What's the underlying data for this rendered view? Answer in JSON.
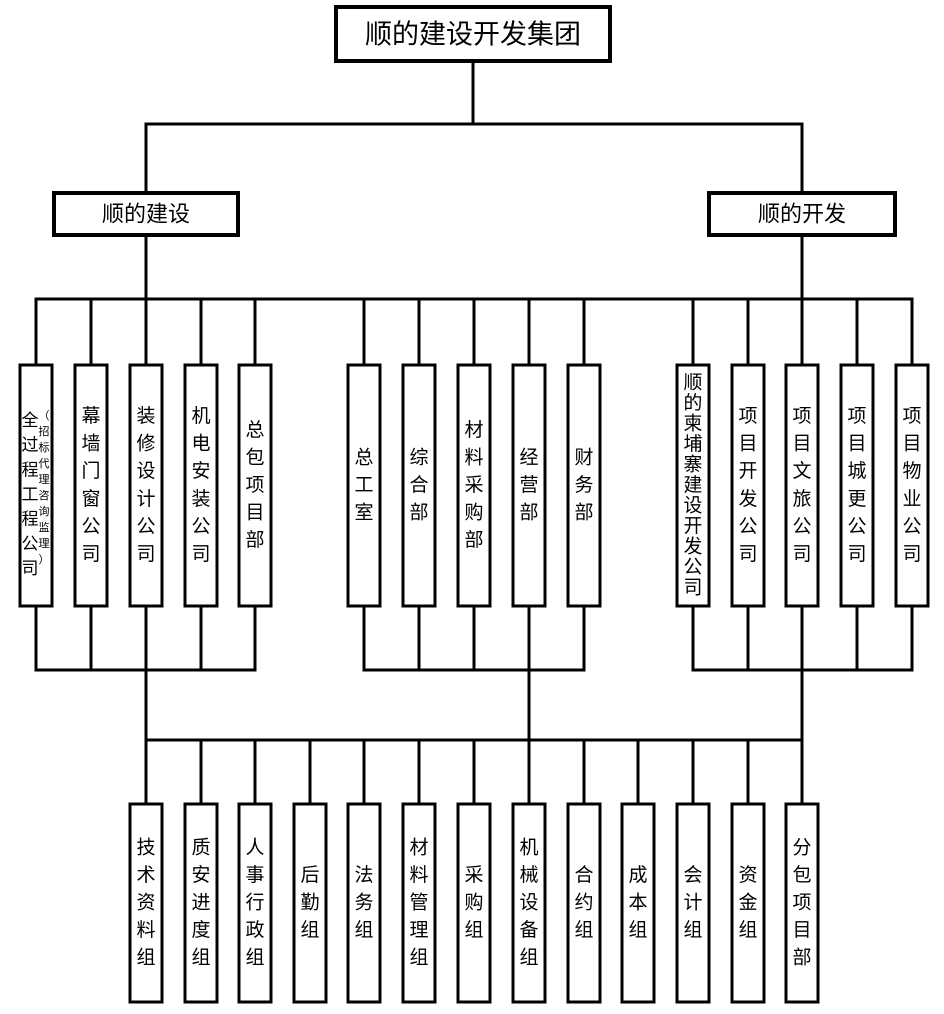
{
  "root": {
    "label": "顺的建设开发集团"
  },
  "divisions": [
    {
      "label": "顺的建设"
    },
    {
      "label": "顺的开发"
    }
  ],
  "construction_units": [
    {
      "label": "全过程工程公司",
      "note": "（招标代理咨询监理）"
    },
    {
      "label": "幕墙门窗公司"
    },
    {
      "label": "装修设计公司"
    },
    {
      "label": "机电安装公司"
    },
    {
      "label": "总包项目部"
    }
  ],
  "shared_departments": [
    {
      "label": "总工室"
    },
    {
      "label": "综合部"
    },
    {
      "label": "材料采购部"
    },
    {
      "label": "经营部"
    },
    {
      "label": "财务部"
    }
  ],
  "development_units": [
    {
      "label": "顺的柬埔寨建设开发公司"
    },
    {
      "label": "项目开发公司"
    },
    {
      "label": "项目文旅公司"
    },
    {
      "label": "项目城更公司"
    },
    {
      "label": "项目物业公司"
    }
  ],
  "groups": [
    {
      "label": "技术资料组"
    },
    {
      "label": "质安进度组"
    },
    {
      "label": "人事行政组"
    },
    {
      "label": "后勤组"
    },
    {
      "label": "法务组"
    },
    {
      "label": "材料管理组"
    },
    {
      "label": "采购组"
    },
    {
      "label": "机械设备组"
    },
    {
      "label": "合约组"
    },
    {
      "label": "成本组"
    },
    {
      "label": "会计组"
    },
    {
      "label": "资金组"
    },
    {
      "label": "分包项目部"
    }
  ]
}
